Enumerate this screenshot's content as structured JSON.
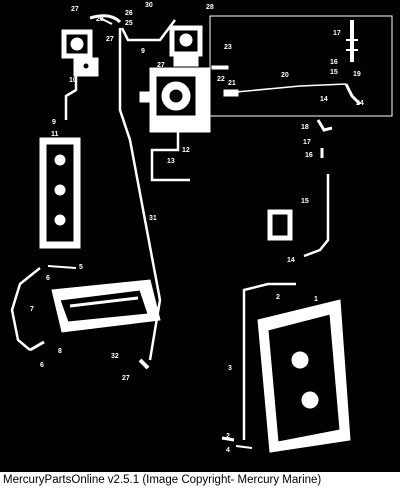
{
  "caption": "MercuryPartsOnline v2.5.1 (Image Copyright- Mercury Marine)",
  "callouts": [
    "27",
    "28",
    "26",
    "25",
    "30",
    "28",
    "27",
    "27",
    "9",
    "10",
    "23",
    "17",
    "16",
    "15",
    "19",
    "14",
    "24",
    "22",
    "21",
    "20",
    "9",
    "11",
    "12",
    "13",
    "18",
    "17",
    "16",
    "15",
    "31",
    "14",
    "5",
    "6",
    "7",
    "6",
    "8",
    "2",
    "1",
    "32",
    "27",
    "3",
    "2",
    "4"
  ],
  "colors": {
    "background": "#000000",
    "lines": "#ffffff",
    "caption_bg": "#ffffff",
    "caption_text": "#000000"
  }
}
